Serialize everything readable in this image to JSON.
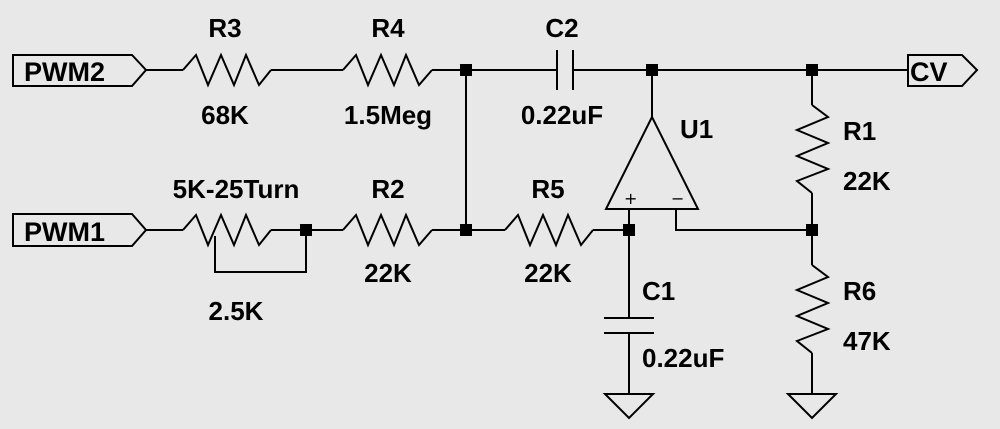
{
  "ports": {
    "pwm2": "PWM2",
    "pwm1": "PWM1",
    "cv": "CV"
  },
  "components": {
    "r3": {
      "ref": "R3",
      "value": "68K"
    },
    "r4": {
      "ref": "R4",
      "value": "1.5Meg"
    },
    "c2": {
      "ref": "C2",
      "value": "0.22uF"
    },
    "u1": {
      "ref": "U1",
      "plus": "+",
      "minus": "−"
    },
    "r1": {
      "ref": "R1",
      "value": "22K"
    },
    "pot": {
      "ref": "5K-25Turn",
      "value": "2.5K"
    },
    "r2": {
      "ref": "R2",
      "value": "22K"
    },
    "r5": {
      "ref": "R5",
      "value": "22K"
    },
    "c1": {
      "ref": "C1",
      "value": "0.22uF"
    },
    "r6": {
      "ref": "R6",
      "value": "47K"
    }
  }
}
